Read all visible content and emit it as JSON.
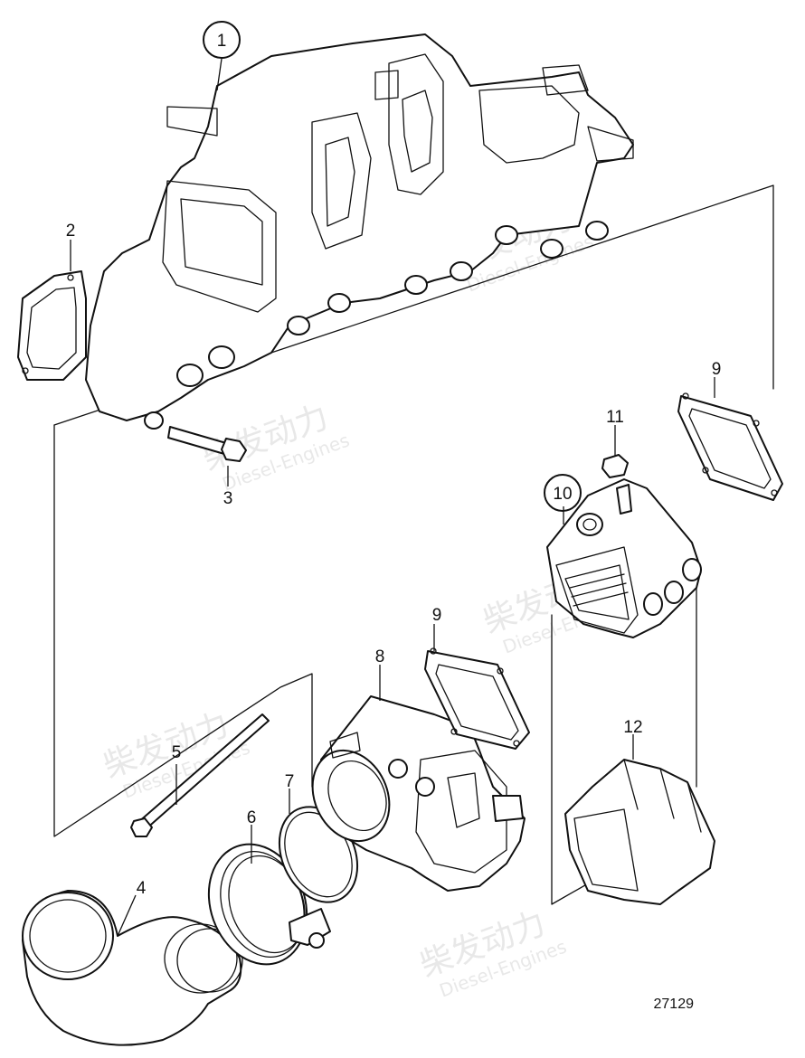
{
  "watermark": {
    "brand_cn": "柴发动力",
    "brand_en": "Diesel-Engines"
  },
  "callouts": {
    "c1": "1",
    "c2": "2",
    "c3": "3",
    "c4": "4",
    "c5": "5",
    "c6": "6",
    "c7": "7",
    "c8": "8",
    "c9a": "9",
    "c9b": "9",
    "c10": "10",
    "c11": "11",
    "c12": "12"
  },
  "drawing_number": "27129"
}
